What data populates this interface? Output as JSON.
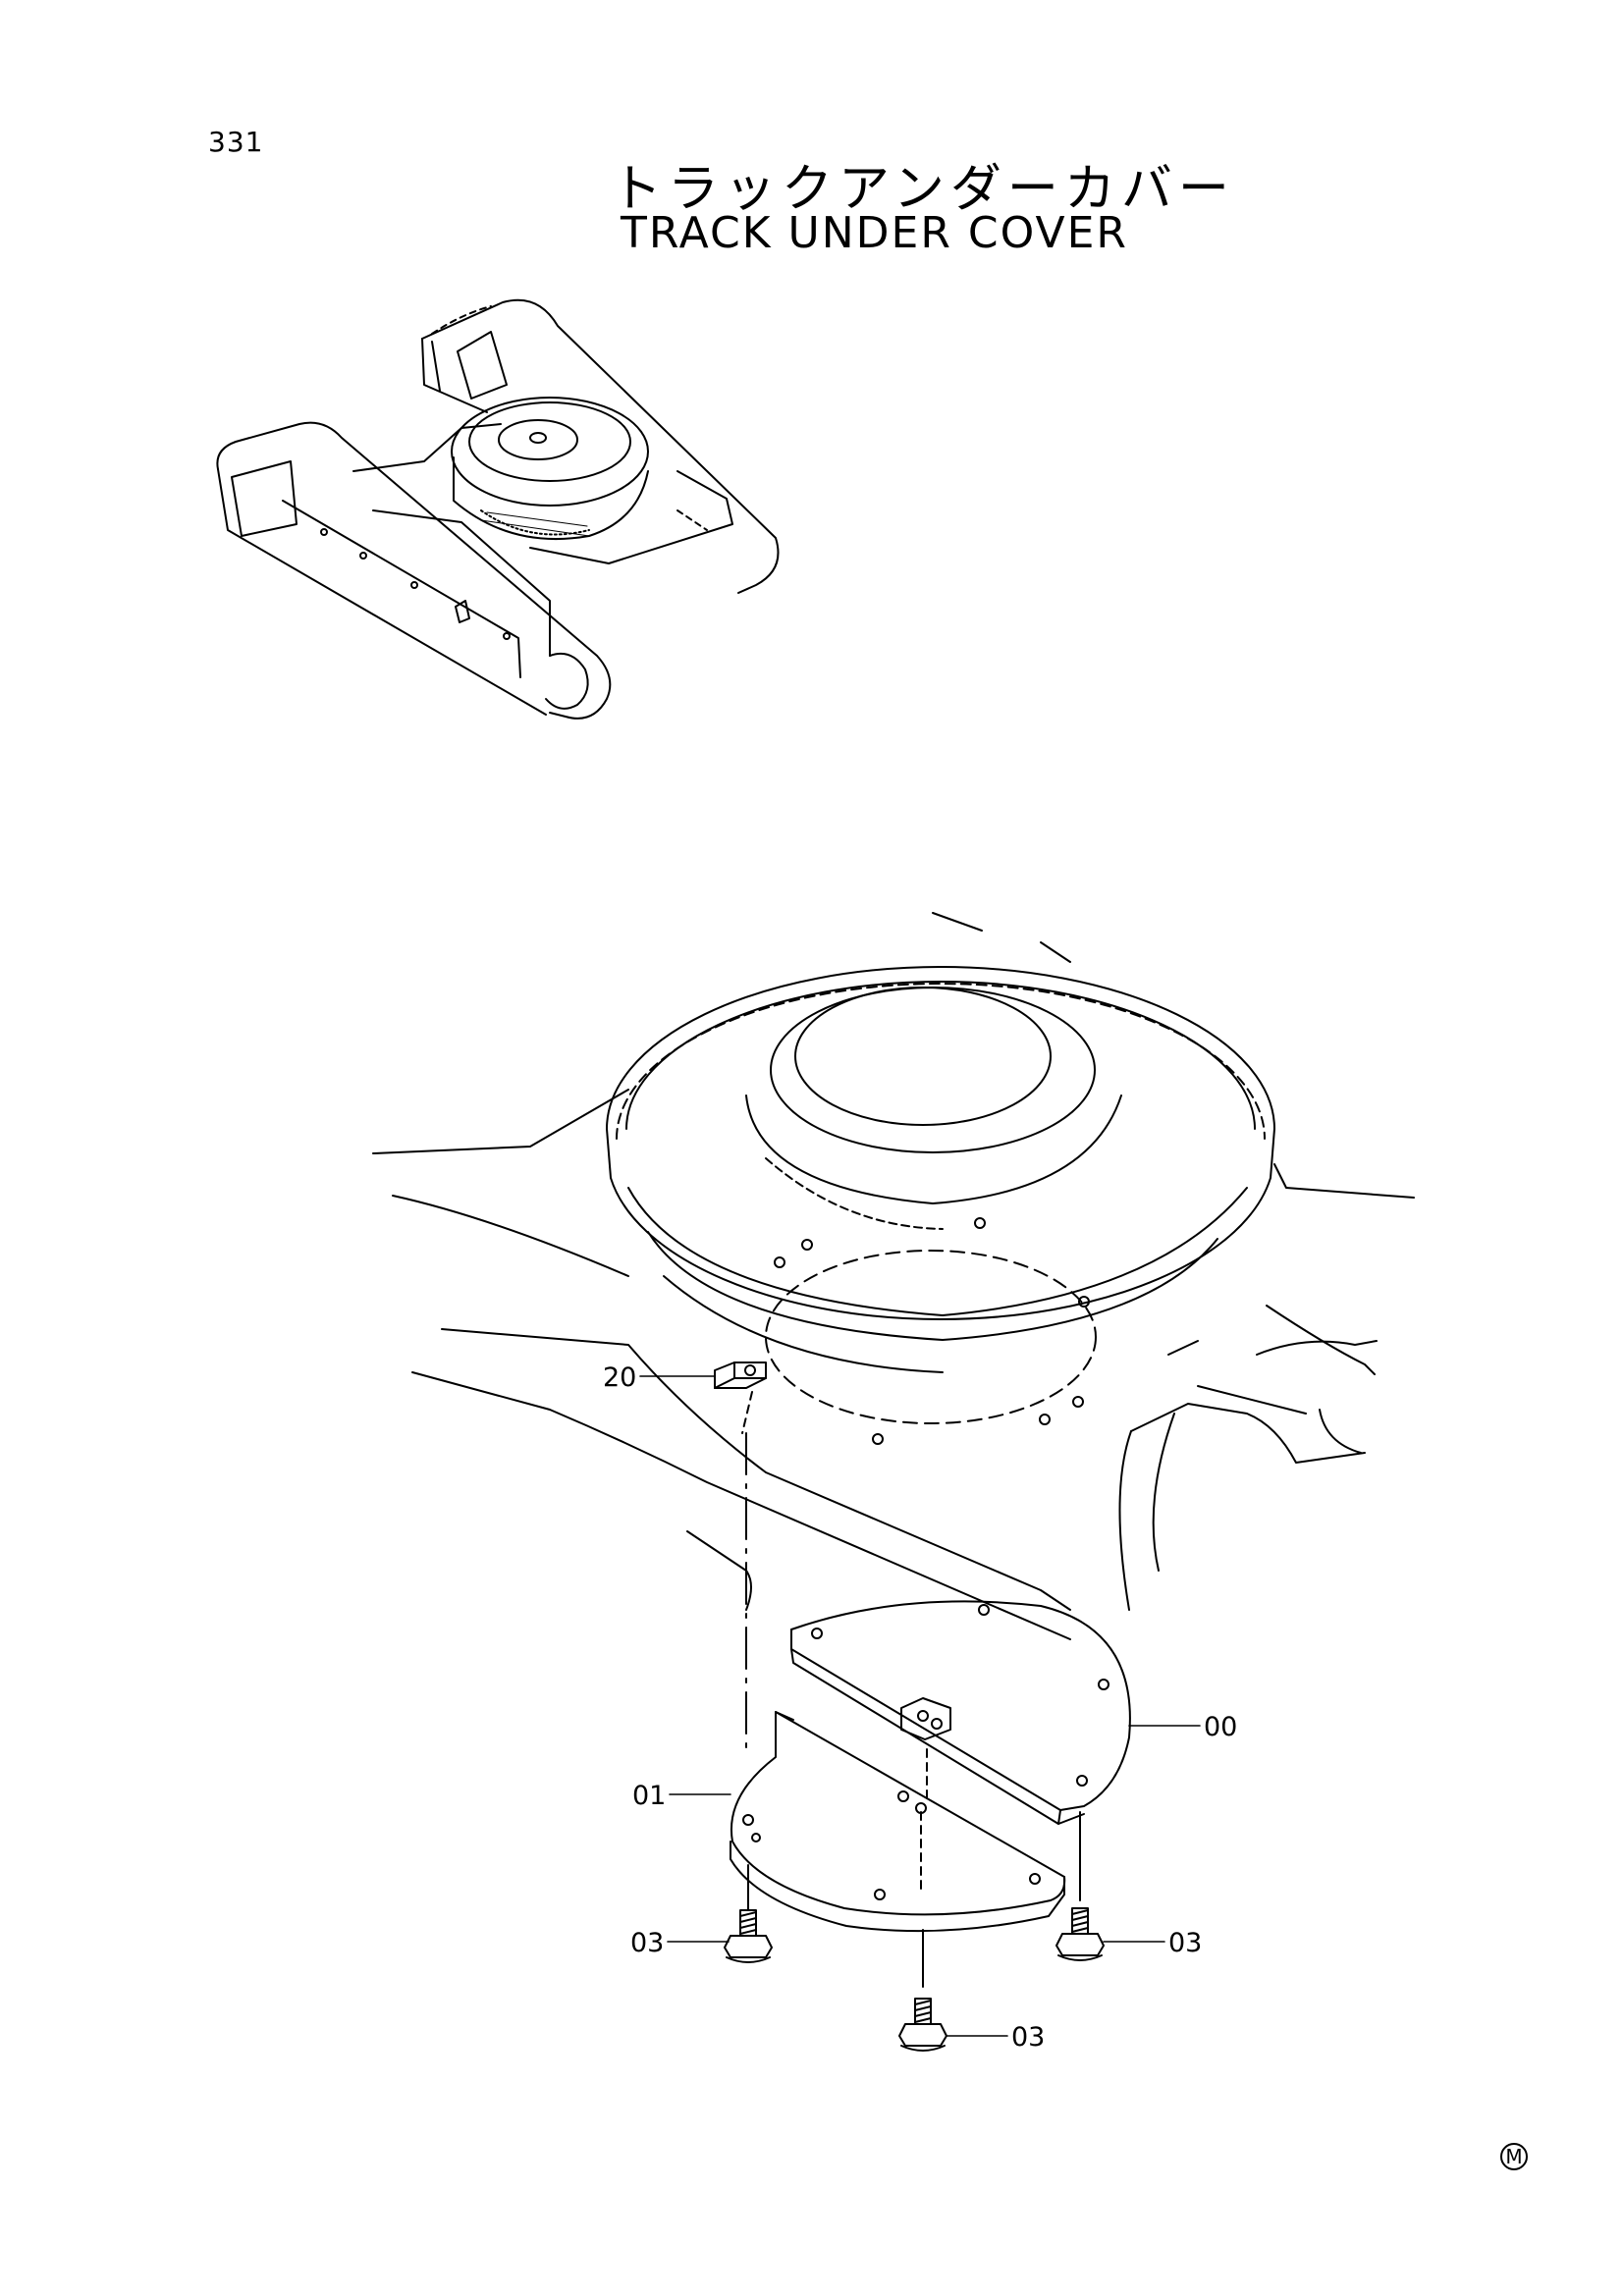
{
  "page": {
    "number": "331",
    "title_jp": "トラックアンダーカバー",
    "title_en": "TRACK UNDER COVER"
  },
  "callouts": {
    "c20": "20",
    "c00": "00",
    "c01": "01",
    "c03a": "03",
    "c03b": "03",
    "c03c": "03"
  },
  "mark": "M"
}
